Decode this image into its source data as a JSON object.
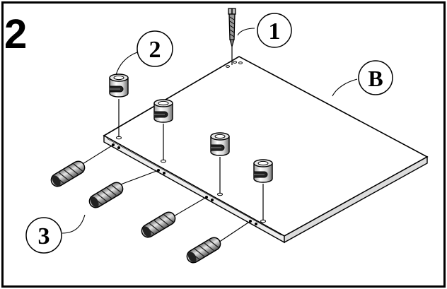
{
  "step": {
    "number": "2"
  },
  "callouts": [
    {
      "id": "screw",
      "label": "1"
    },
    {
      "id": "cam-lock",
      "label": "2"
    },
    {
      "id": "dowel",
      "label": "3"
    },
    {
      "id": "panel",
      "label": "B"
    }
  ],
  "colors": {
    "ink": "#000000",
    "fill": "#ffffff",
    "part_grey": "#d0d0d0",
    "part_dark": "#555555"
  }
}
